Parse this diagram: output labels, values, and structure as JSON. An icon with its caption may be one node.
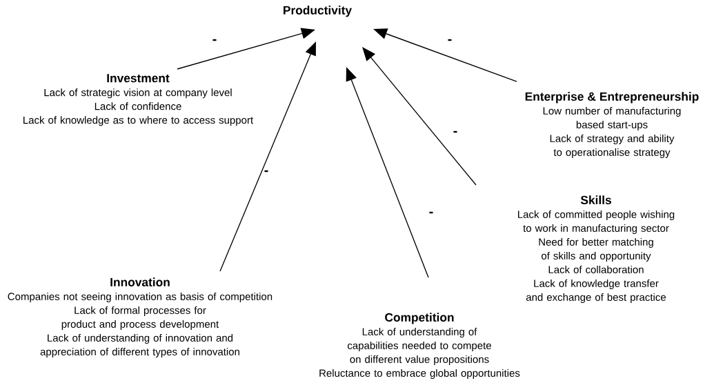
{
  "diagram": {
    "nodes": [
      {
        "text": [
          "Productivity"
        ]
      },
      {
        "text": [
          "Investment",
          "Lack of strategic vision at company level",
          "Lack of confidence",
          "Lack of knowledge as to where to access support"
        ]
      },
      {
        "text": [
          "Enterprise & Entrepreneurship",
          "Low number of manufacturing based start-ups",
          "Lack of strategy and ability to operationalise strategy"
        ]
      },
      {
        "text": [
          "Skills",
          "Lack of committed people wishing to work in manufacturing sector",
          "Need for better matching of skills and opportunity",
          "Lack of collaboration",
          "Lack of knowledge transfer and exchange of best practice"
        ]
      },
      {
        "text": [
          "Innovation",
          "Companies not seeing innovation as basis of competition",
          "Lack of formal processes for product and process development",
          "Lack of understanding of innovation and appreciation of different types of innovation"
        ]
      },
      {
        "text": [
          "Competition",
          "Lack of understanding of capabilities needed to compete on different value propositions",
          "Reluctance to embrace global opportunities"
        ]
      }
    ],
    "edges": [
      {
        "from": 1,
        "to": 0,
        "arrow": "to",
        "label": "-"
      },
      {
        "from": 4,
        "to": 0,
        "arrow": "to",
        "label": "-"
      },
      {
        "from": 5,
        "to": 0,
        "arrow": "to",
        "label": "-"
      },
      {
        "from": 3,
        "to": 0,
        "arrow": "to",
        "label": "-"
      },
      {
        "from": 2,
        "to": 0,
        "arrow": "to",
        "label": "-"
      }
    ]
  }
}
